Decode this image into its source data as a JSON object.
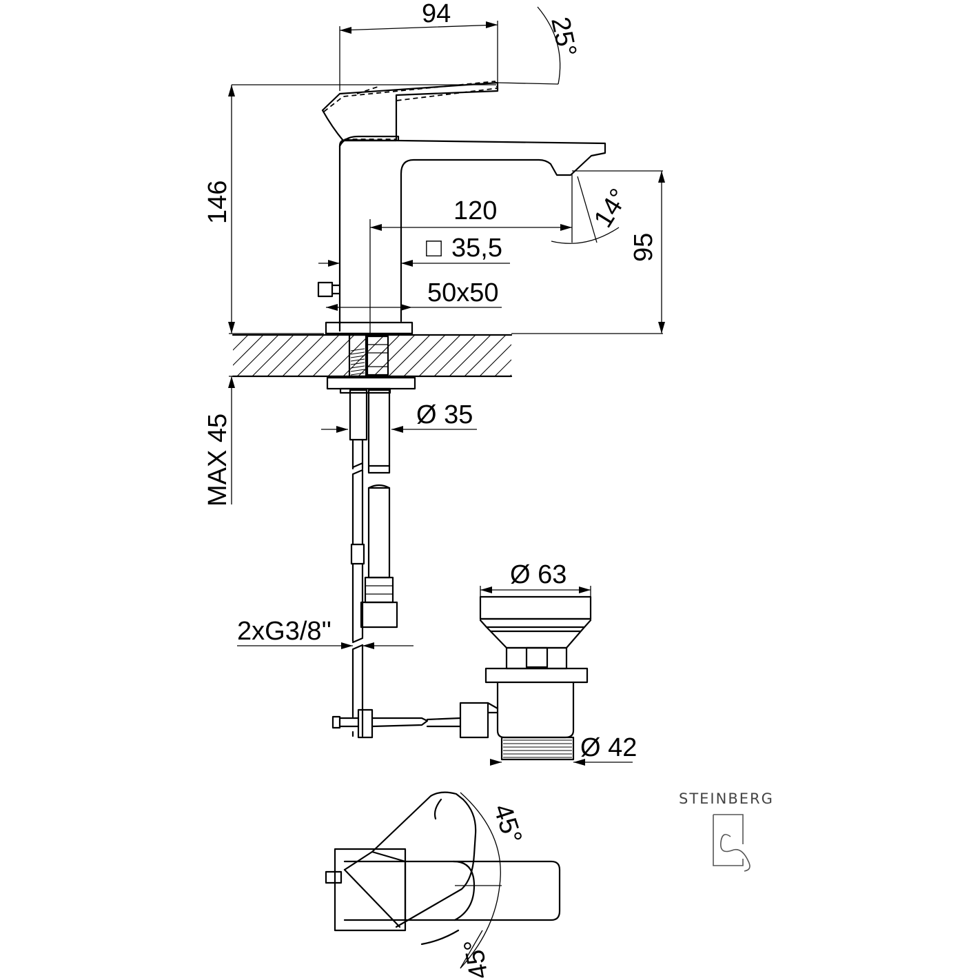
{
  "dimensions": {
    "lever_width": "94",
    "lever_tilt": "25°",
    "total_height": "146",
    "spout_reach": "120",
    "spout_angle": "14°",
    "spout_height": "95",
    "body_square_symbol": "□",
    "body_square": "35,5",
    "base_plate": "50x50",
    "shank_diameter": "Ø 35",
    "max_deck": "MAX 45",
    "hose_connection": "2xG3/8''",
    "waste_top_diameter": "Ø 63",
    "waste_thread_diameter": "Ø 42",
    "lever_rotation_left": "45°",
    "lever_rotation_right": "45°"
  },
  "brand": {
    "name": "STEINBERG",
    "logo": "steinberg-logo-icon"
  }
}
